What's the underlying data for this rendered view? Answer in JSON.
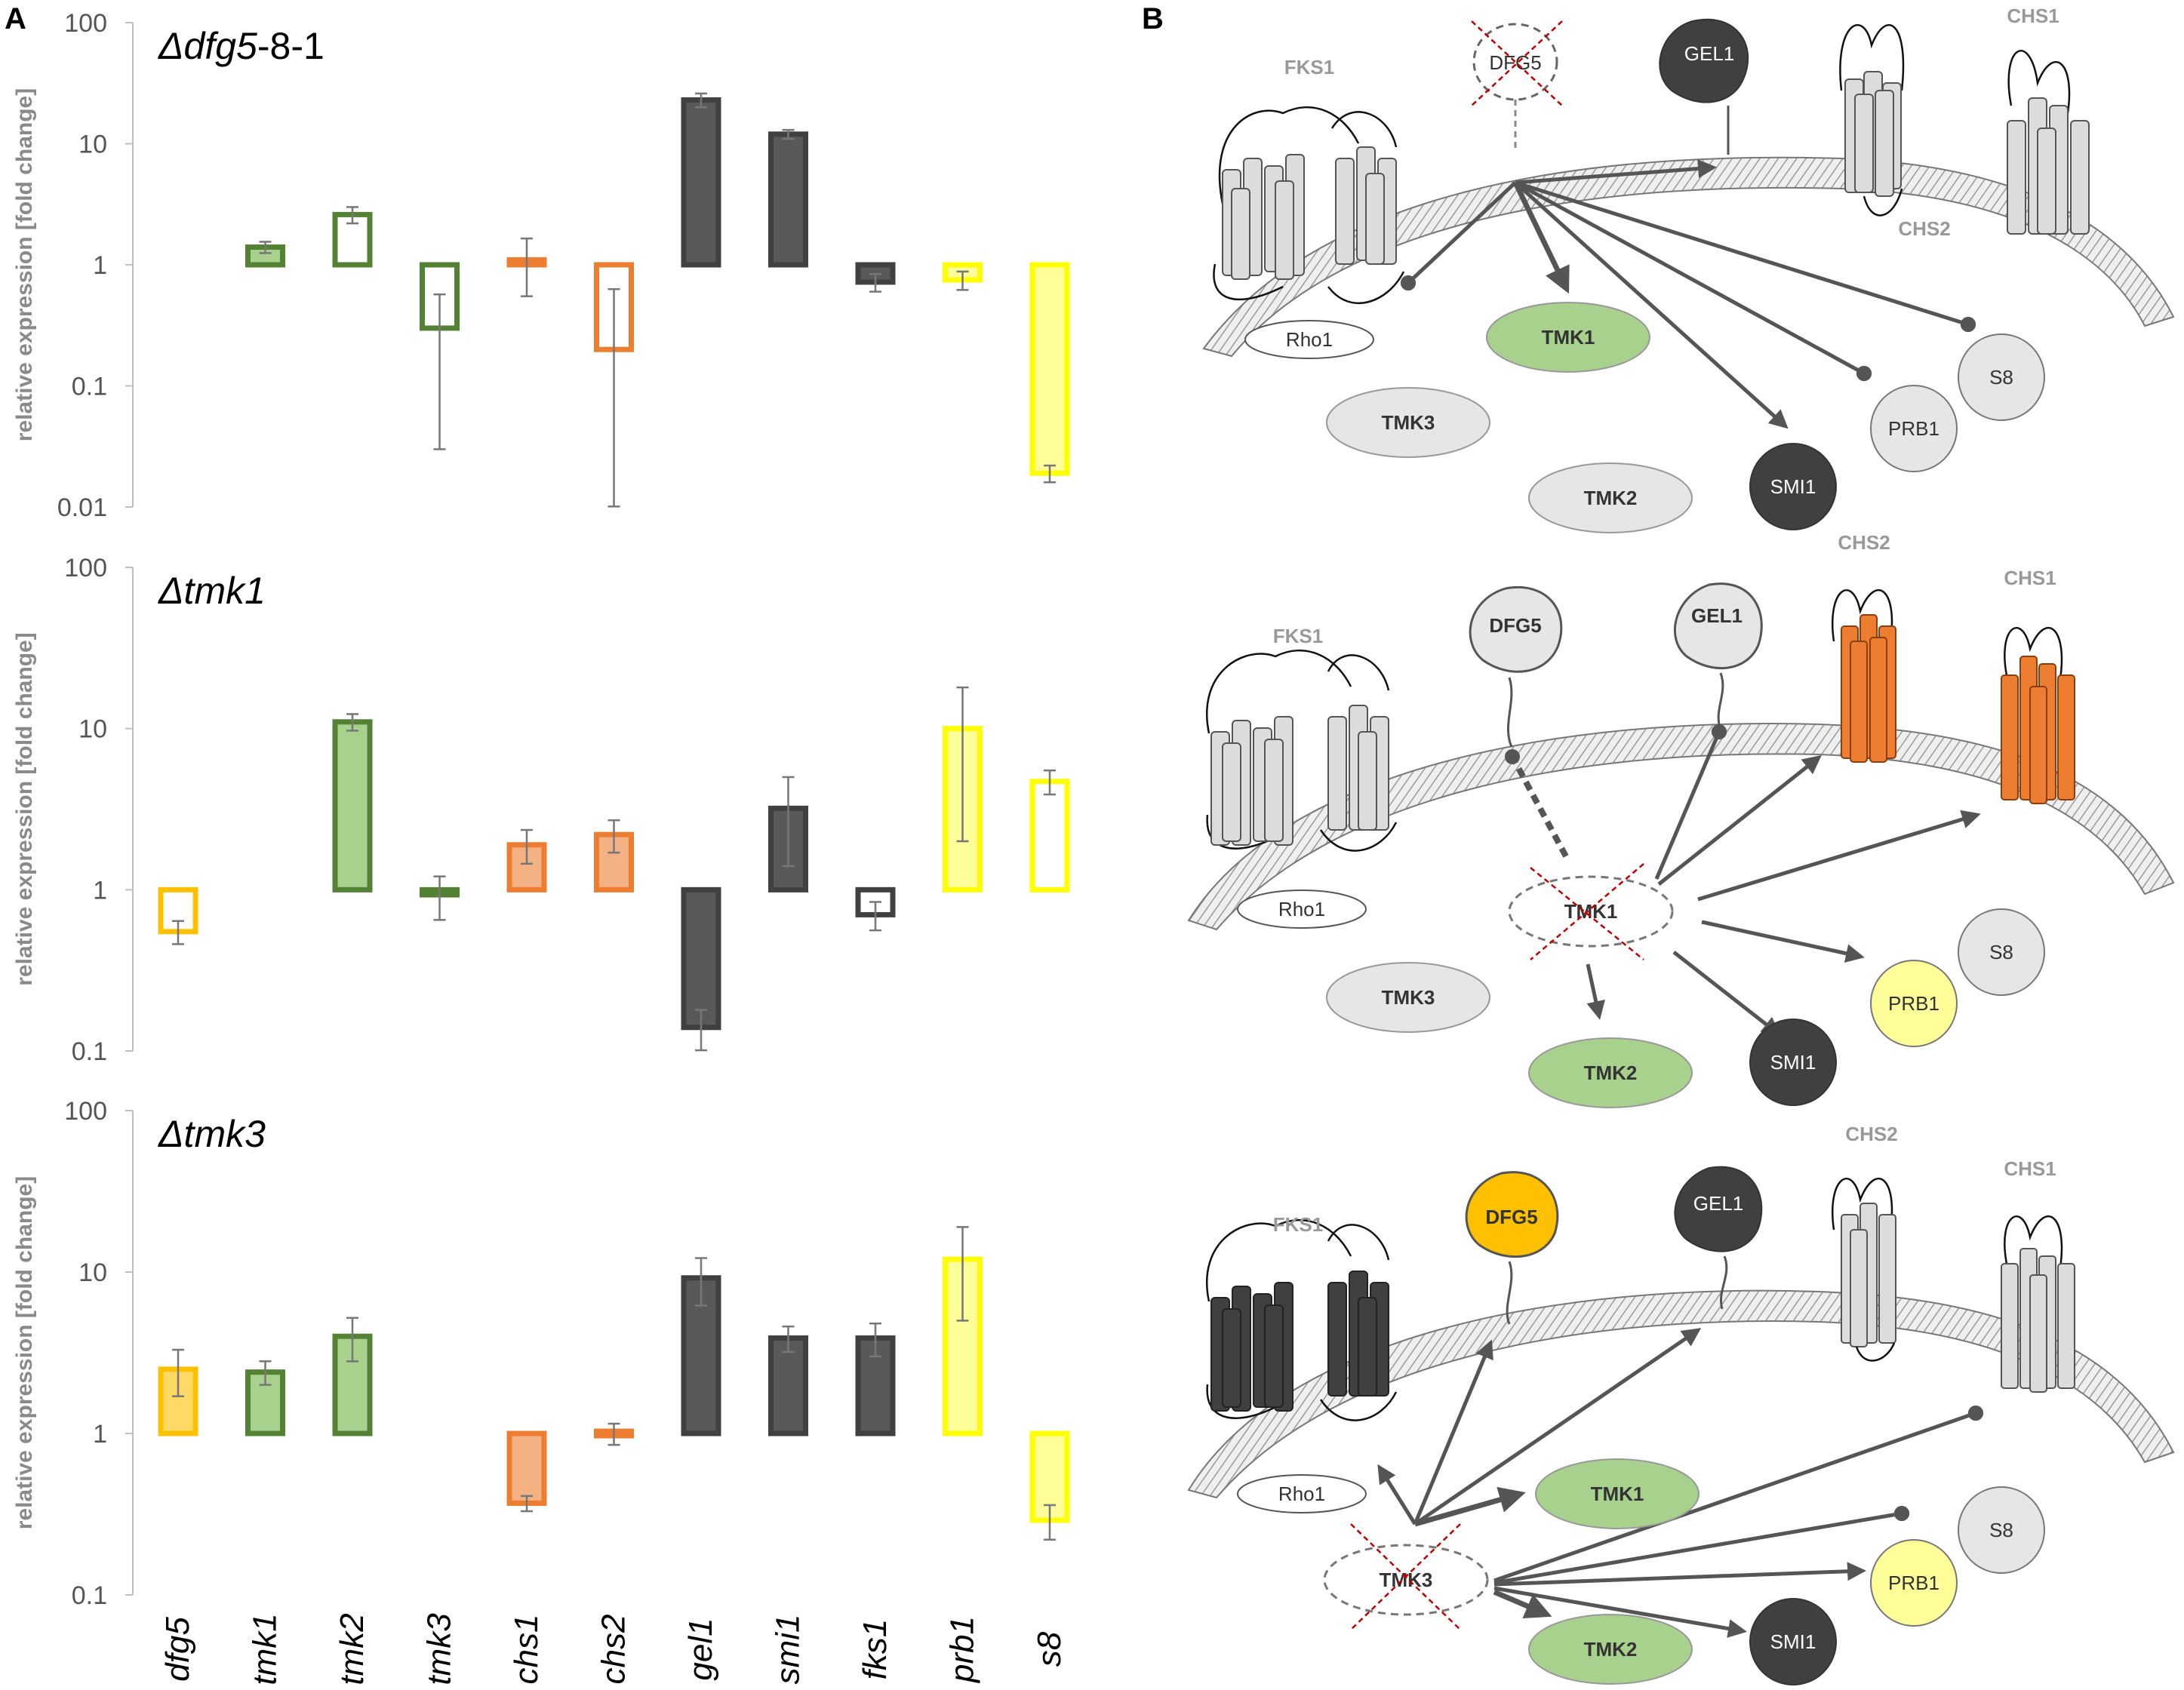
{
  "panel_labels": {
    "a": "A",
    "b": "B"
  },
  "colors": {
    "yellow_gold": "#FFC000",
    "green": "#548235",
    "green_fill": "#A9D18E",
    "orange": "#ED7D31",
    "orange_fill": "#F4B183",
    "dark": "#404040",
    "yellow": "#FFFF00",
    "yellow_fill": "#FFFF99",
    "grey_light": "#E7E6E6"
  },
  "chart_data": [
    {
      "type": "bar",
      "title_prefix": "Δ",
      "title_italic": "dfg5",
      "title_suffix": "-8-1",
      "ylabel": "relative expression [fold change]",
      "yscale": "log",
      "ylim": [
        0.01,
        100
      ],
      "yticks": [
        "100",
        "10",
        "1",
        "0.1",
        "0.01"
      ],
      "categories": [
        "dfg5",
        "tmk1",
        "tmk2",
        "tmk3",
        "chs1",
        "chs2",
        "gel1",
        "smi1",
        "fks1",
        "prb1",
        "s8"
      ],
      "values": [
        null,
        1.4,
        2.6,
        0.3,
        1.1,
        0.2,
        23,
        12,
        0.72,
        0.75,
        0.019
      ],
      "errors": [
        null,
        0.15,
        0.4,
        0.27,
        0.55,
        0.43,
        3,
        1,
        0.12,
        0.13,
        0.003
      ],
      "styles": [
        null,
        "green-f",
        "green-o",
        "green-o",
        "orange-f",
        "orange-o",
        "dark-f",
        "dark-f",
        "dark-f",
        "yellow-f",
        "yellow-f"
      ]
    },
    {
      "type": "bar",
      "title_prefix": "Δ",
      "title_italic": "tmk1",
      "title_suffix": "",
      "ylabel": "relative expression [fold change]",
      "yscale": "log",
      "ylim": [
        0.1,
        100
      ],
      "yticks": [
        "100",
        "10",
        "1",
        "0.1"
      ],
      "categories": [
        "dfg5",
        "tmk1",
        "tmk2",
        "tmk3",
        "chs1",
        "chs2",
        "gel1",
        "smi1",
        "fks1",
        "prb1",
        "s8"
      ],
      "values": [
        0.55,
        null,
        11,
        0.93,
        1.9,
        2.2,
        0.14,
        3.2,
        0.7,
        10,
        4.7
      ],
      "errors": [
        0.09,
        null,
        1.3,
        0.28,
        0.45,
        0.5,
        0.04,
        1.8,
        0.14,
        8,
        0.8
      ],
      "styles": [
        "gold-o",
        null,
        "green-f",
        "green-o",
        "orange-f",
        "orange-f",
        "dark-f",
        "dark-f",
        "dark-o",
        "yellow-f",
        "yellow-o"
      ]
    },
    {
      "type": "bar",
      "title_prefix": "Δ",
      "title_italic": "tmk3",
      "title_suffix": "",
      "ylabel": "relative expression [fold change]",
      "yscale": "log",
      "ylim": [
        0.1,
        100
      ],
      "yticks": [
        "100",
        "10",
        "1",
        "0.1"
      ],
      "categories": [
        "dfg5",
        "tmk1",
        "tmk2",
        "tmk3",
        "chs1",
        "chs2",
        "gel1",
        "smi1",
        "fks1",
        "prb1",
        "s8"
      ],
      "values": [
        2.5,
        2.4,
        4.0,
        null,
        0.37,
        1.0,
        9.2,
        3.9,
        3.9,
        12,
        0.29
      ],
      "errors": [
        0.8,
        0.4,
        1.2,
        null,
        0.04,
        0.15,
        3,
        0.7,
        0.9,
        7,
        0.07
      ],
      "styles": [
        "gold-f",
        "green-f",
        "green-f",
        null,
        "orange-f",
        "orange-f",
        "dark-f",
        "dark-f",
        "dark-f",
        "yellow-f",
        "yellow-f"
      ]
    }
  ],
  "diagrams": [
    {
      "fks1": "FKS1",
      "dfg5": "DFG5",
      "gel1": "GEL1",
      "chs2": "CHS2",
      "chs1": "CHS1",
      "rho1": "Rho1",
      "tmk1": "TMK1",
      "tmk3": "TMK3",
      "tmk2": "TMK2",
      "smi1": "SMI1",
      "prb1": "PRB1",
      "s8": "S8"
    },
    {
      "fks1": "FKS1",
      "dfg5": "DFG5",
      "gel1": "GEL1",
      "chs2": "CHS2",
      "chs1": "CHS1",
      "rho1": "Rho1",
      "tmk1": "TMK1",
      "tmk3": "TMK3",
      "tmk2": "TMK2",
      "smi1": "SMI1",
      "prb1": "PRB1",
      "s8": "S8"
    },
    {
      "fks1": "FKS1",
      "dfg5": "DFG5",
      "gel1": "GEL1",
      "chs2": "CHS2",
      "chs1": "CHS1",
      "rho1": "Rho1",
      "tmk1": "TMK1",
      "tmk3": "TMK3",
      "tmk2": "TMK2",
      "smi1": "SMI1",
      "prb1": "PRB1",
      "s8": "S8"
    }
  ]
}
